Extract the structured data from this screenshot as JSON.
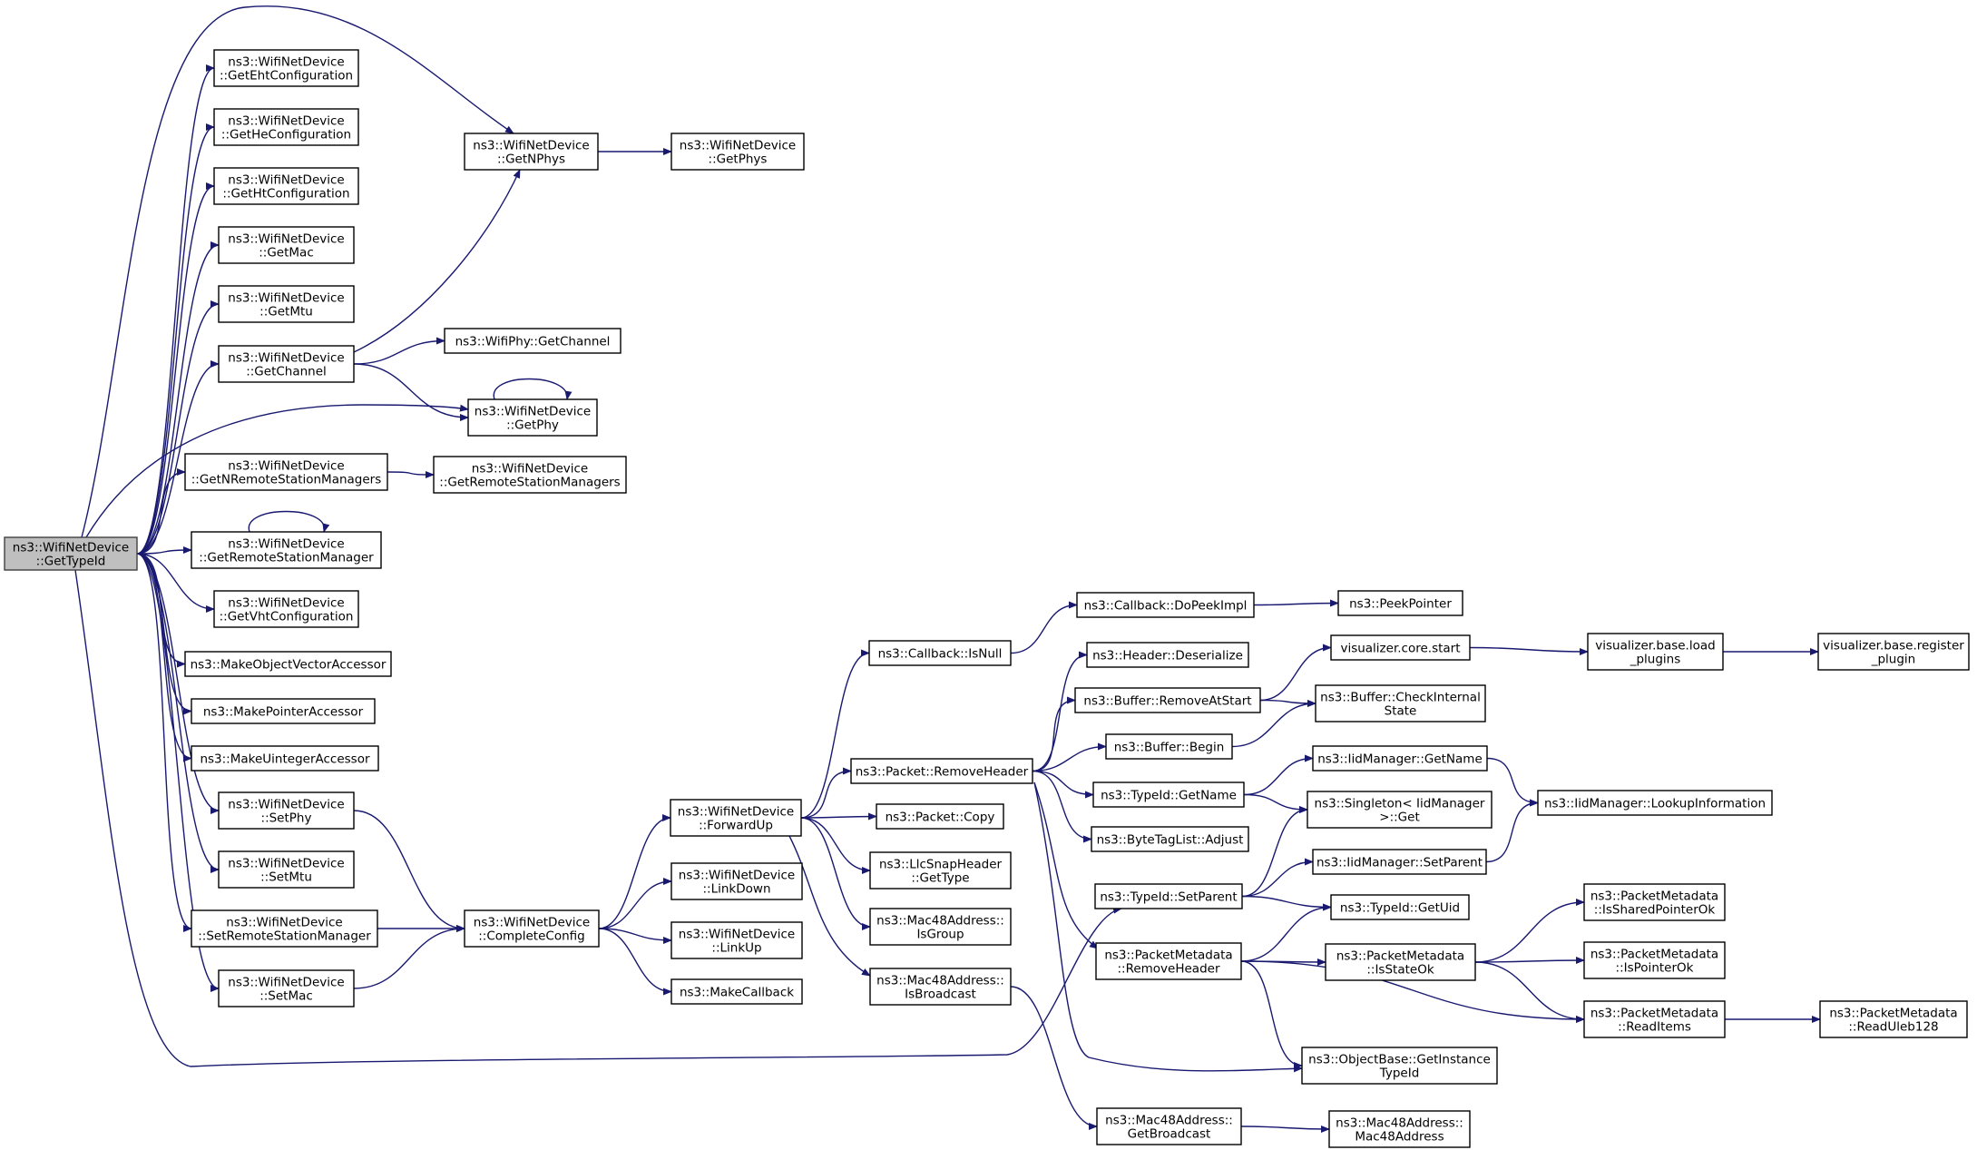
{
  "graph": {
    "root": "n0",
    "nodes": [
      {
        "id": "n0",
        "lines": [
          "ns3::WifiNetDevice",
          "::GetTypeId"
        ],
        "root": true
      },
      {
        "id": "n1",
        "lines": [
          "ns3::WifiNetDevice",
          "::GetEhtConfiguration"
        ]
      },
      {
        "id": "n2",
        "lines": [
          "ns3::WifiNetDevice",
          "::GetHeConfiguration"
        ]
      },
      {
        "id": "n3",
        "lines": [
          "ns3::WifiNetDevice",
          "::GetHtConfiguration"
        ]
      },
      {
        "id": "n4",
        "lines": [
          "ns3::WifiNetDevice",
          "::GetMac"
        ]
      },
      {
        "id": "n5",
        "lines": [
          "ns3::WifiNetDevice",
          "::GetMtu"
        ]
      },
      {
        "id": "n6",
        "lines": [
          "ns3::WifiNetDevice",
          "::GetChannel"
        ]
      },
      {
        "id": "n7",
        "lines": [
          "ns3::WifiNetDevice",
          "::GetNRemoteStationManagers"
        ]
      },
      {
        "id": "n8",
        "lines": [
          "ns3::WifiNetDevice",
          "::GetRemoteStationManager"
        ]
      },
      {
        "id": "n9",
        "lines": [
          "ns3::WifiNetDevice",
          "::GetVhtConfiguration"
        ]
      },
      {
        "id": "n10",
        "lines": [
          "ns3::MakeObjectVectorAccessor"
        ]
      },
      {
        "id": "n11",
        "lines": [
          "ns3::MakePointerAccessor"
        ]
      },
      {
        "id": "n12",
        "lines": [
          "ns3::MakeUintegerAccessor"
        ]
      },
      {
        "id": "n13",
        "lines": [
          "ns3::WifiNetDevice",
          "::SetPhy"
        ]
      },
      {
        "id": "n14",
        "lines": [
          "ns3::WifiNetDevice",
          "::SetMtu"
        ]
      },
      {
        "id": "n15",
        "lines": [
          "ns3::WifiNetDevice",
          "::SetRemoteStationManager"
        ]
      },
      {
        "id": "n16",
        "lines": [
          "ns3::WifiNetDevice",
          "::SetMac"
        ]
      },
      {
        "id": "n17",
        "lines": [
          "ns3::WifiNetDevice",
          "::GetNPhys"
        ]
      },
      {
        "id": "n18",
        "lines": [
          "ns3::WifiPhy::GetChannel"
        ]
      },
      {
        "id": "n19",
        "lines": [
          "ns3::WifiNetDevice",
          "::GetPhy"
        ]
      },
      {
        "id": "n20",
        "lines": [
          "ns3::WifiNetDevice",
          "::GetRemoteStationManagers"
        ]
      },
      {
        "id": "n21",
        "lines": [
          "ns3::WifiNetDevice",
          "::CompleteConfig"
        ]
      },
      {
        "id": "n22",
        "lines": [
          "ns3::WifiNetDevice",
          "::GetPhys"
        ]
      },
      {
        "id": "n23",
        "lines": [
          "ns3::WifiNetDevice",
          "::ForwardUp"
        ]
      },
      {
        "id": "n24",
        "lines": [
          "ns3::WifiNetDevice",
          "::LinkDown"
        ]
      },
      {
        "id": "n25",
        "lines": [
          "ns3::WifiNetDevice",
          "::LinkUp"
        ]
      },
      {
        "id": "n26",
        "lines": [
          "ns3::MakeCallback"
        ]
      },
      {
        "id": "n27",
        "lines": [
          "ns3::Callback::IsNull"
        ]
      },
      {
        "id": "n28",
        "lines": [
          "ns3::Packet::RemoveHeader"
        ]
      },
      {
        "id": "n29",
        "lines": [
          "ns3::Packet::Copy"
        ]
      },
      {
        "id": "n30",
        "lines": [
          "ns3::LlcSnapHeader",
          "::GetType"
        ]
      },
      {
        "id": "n31",
        "lines": [
          "ns3::Mac48Address::",
          "IsGroup"
        ]
      },
      {
        "id": "n32",
        "lines": [
          "ns3::Mac48Address::",
          "IsBroadcast"
        ]
      },
      {
        "id": "n33",
        "lines": [
          "ns3::Callback::DoPeekImpl"
        ]
      },
      {
        "id": "n34",
        "lines": [
          "ns3::Header::Deserialize"
        ]
      },
      {
        "id": "n35",
        "lines": [
          "ns3::Buffer::RemoveAtStart"
        ]
      },
      {
        "id": "n36",
        "lines": [
          "ns3::Buffer::Begin"
        ]
      },
      {
        "id": "n37",
        "lines": [
          "ns3::TypeId::GetName"
        ]
      },
      {
        "id": "n38",
        "lines": [
          "ns3::ByteTagList::Adjust"
        ]
      },
      {
        "id": "n39",
        "lines": [
          "ns3::TypeId::SetParent"
        ]
      },
      {
        "id": "n40",
        "lines": [
          "ns3::PacketMetadata",
          "::RemoveHeader"
        ]
      },
      {
        "id": "n41",
        "lines": [
          "ns3::Mac48Address::",
          "GetBroadcast"
        ]
      },
      {
        "id": "n42",
        "lines": [
          "ns3::PeekPointer"
        ]
      },
      {
        "id": "n43",
        "lines": [
          "visualizer.core.start"
        ]
      },
      {
        "id": "n44",
        "lines": [
          "ns3::Buffer::CheckInternal",
          "State"
        ]
      },
      {
        "id": "n45",
        "lines": [
          "ns3::IidManager::GetName"
        ]
      },
      {
        "id": "n46",
        "lines": [
          "ns3::Singleton< IidManager",
          " >::Get"
        ]
      },
      {
        "id": "n47",
        "lines": [
          "ns3::IidManager::SetParent"
        ]
      },
      {
        "id": "n48",
        "lines": [
          "ns3::TypeId::GetUid"
        ]
      },
      {
        "id": "n49",
        "lines": [
          "ns3::PacketMetadata",
          "::IsStateOk"
        ]
      },
      {
        "id": "n50",
        "lines": [
          "ns3::ObjectBase::GetInstance",
          "TypeId"
        ]
      },
      {
        "id": "n51",
        "lines": [
          "ns3::Mac48Address::",
          "Mac48Address"
        ]
      },
      {
        "id": "n52",
        "lines": [
          "visualizer.base.load",
          "_plugins"
        ]
      },
      {
        "id": "n53",
        "lines": [
          "ns3::IidManager::LookupInformation"
        ]
      },
      {
        "id": "n54",
        "lines": [
          "ns3::PacketMetadata",
          "::IsSharedPointerOk"
        ]
      },
      {
        "id": "n55",
        "lines": [
          "ns3::PacketMetadata",
          "::IsPointerOk"
        ]
      },
      {
        "id": "n56",
        "lines": [
          "ns3::PacketMetadata",
          "::ReadItems"
        ]
      },
      {
        "id": "n57",
        "lines": [
          "visualizer.base.register",
          "_plugin"
        ]
      },
      {
        "id": "n58",
        "lines": [
          "ns3::PacketMetadata",
          "::ReadUleb128"
        ]
      }
    ],
    "edges": [
      [
        "n0",
        "n1"
      ],
      [
        "n0",
        "n2"
      ],
      [
        "n0",
        "n3"
      ],
      [
        "n0",
        "n4"
      ],
      [
        "n0",
        "n5"
      ],
      [
        "n0",
        "n6"
      ],
      [
        "n0",
        "n7"
      ],
      [
        "n0",
        "n8"
      ],
      [
        "n0",
        "n9"
      ],
      [
        "n0",
        "n10"
      ],
      [
        "n0",
        "n11"
      ],
      [
        "n0",
        "n12"
      ],
      [
        "n0",
        "n13"
      ],
      [
        "n0",
        "n14"
      ],
      [
        "n0",
        "n15"
      ],
      [
        "n0",
        "n16"
      ],
      [
        "n0",
        "n17"
      ],
      [
        "n0",
        "n19"
      ],
      [
        "n0",
        "n39"
      ],
      [
        "n6",
        "n17"
      ],
      [
        "n6",
        "n18"
      ],
      [
        "n6",
        "n19"
      ],
      [
        "n19",
        "n19"
      ],
      [
        "n8",
        "n8"
      ],
      [
        "n7",
        "n20"
      ],
      [
        "n17",
        "n22"
      ],
      [
        "n13",
        "n21"
      ],
      [
        "n15",
        "n21"
      ],
      [
        "n16",
        "n21"
      ],
      [
        "n21",
        "n23"
      ],
      [
        "n21",
        "n24"
      ],
      [
        "n21",
        "n25"
      ],
      [
        "n21",
        "n26"
      ],
      [
        "n23",
        "n27"
      ],
      [
        "n23",
        "n28"
      ],
      [
        "n23",
        "n29"
      ],
      [
        "n23",
        "n30"
      ],
      [
        "n23",
        "n31"
      ],
      [
        "n23",
        "n32"
      ],
      [
        "n27",
        "n33"
      ],
      [
        "n33",
        "n42"
      ],
      [
        "n28",
        "n34"
      ],
      [
        "n28",
        "n35"
      ],
      [
        "n28",
        "n36"
      ],
      [
        "n28",
        "n37"
      ],
      [
        "n28",
        "n38"
      ],
      [
        "n28",
        "n40"
      ],
      [
        "n28",
        "n50"
      ],
      [
        "n32",
        "n41"
      ],
      [
        "n41",
        "n51"
      ],
      [
        "n35",
        "n43"
      ],
      [
        "n35",
        "n44"
      ],
      [
        "n36",
        "n44"
      ],
      [
        "n43",
        "n52"
      ],
      [
        "n52",
        "n57"
      ],
      [
        "n37",
        "n45"
      ],
      [
        "n37",
        "n46"
      ],
      [
        "n45",
        "n53"
      ],
      [
        "n39",
        "n46"
      ],
      [
        "n39",
        "n47"
      ],
      [
        "n39",
        "n48"
      ],
      [
        "n47",
        "n53"
      ],
      [
        "n40",
        "n48"
      ],
      [
        "n40",
        "n49"
      ],
      [
        "n40",
        "n50"
      ],
      [
        "n40",
        "n56"
      ],
      [
        "n49",
        "n54"
      ],
      [
        "n49",
        "n55"
      ],
      [
        "n49",
        "n56"
      ],
      [
        "n56",
        "n58"
      ]
    ]
  }
}
